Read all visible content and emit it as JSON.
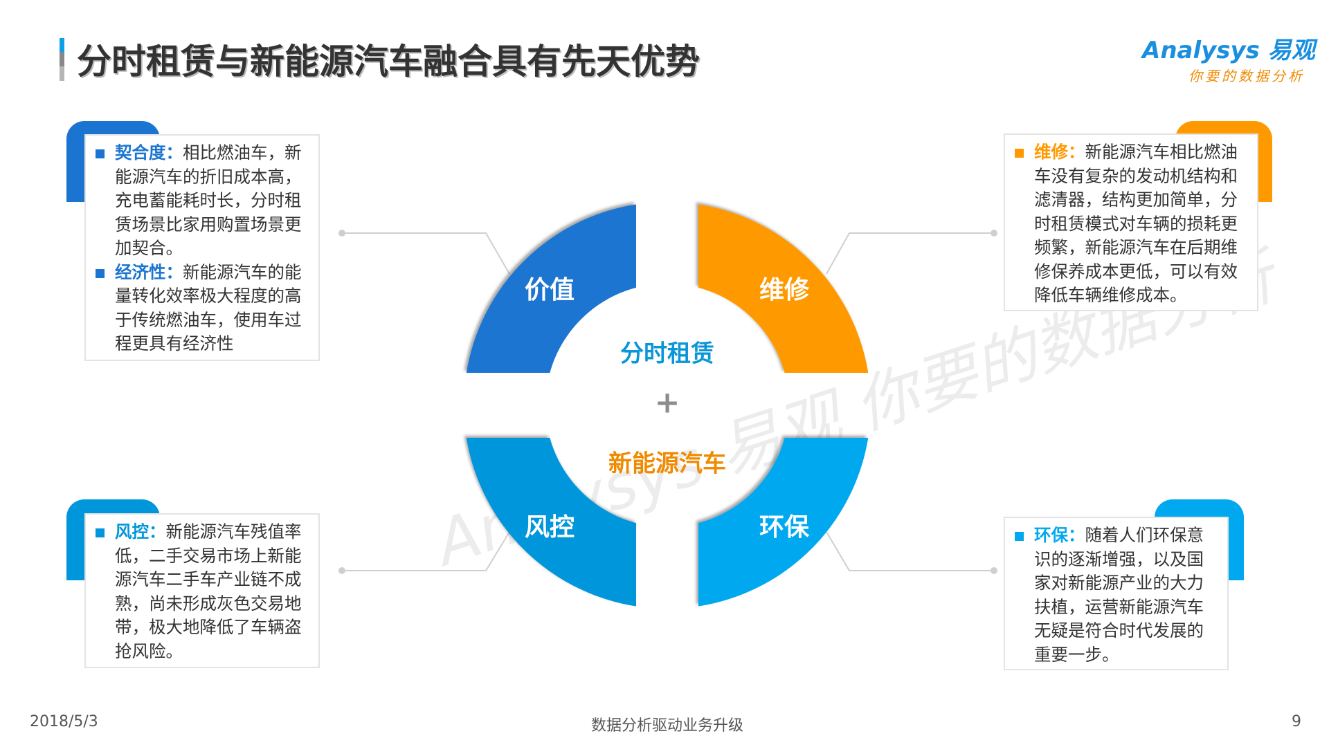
{
  "header": {
    "title": "分时租赁与新能源汽车融合具有先天优势"
  },
  "logo": {
    "main": "Analysys 易观",
    "sub": "你要的数据分析"
  },
  "watermark": {
    "text": "Analysys 易观 你要的数据分析"
  },
  "colors": {
    "value": "#1B75D0",
    "maintenance": "#FF9900",
    "risk": "#0096DB",
    "eco": "#00A9EF",
    "center_top": "#0A96D8",
    "center_bottom": "#F08A00"
  },
  "ring": {
    "center_top": "分时租赁",
    "plus": "+",
    "center_bottom": "新能源汽车",
    "quadrants": [
      {
        "label": "价值"
      },
      {
        "label": "维修"
      },
      {
        "label": "风控"
      },
      {
        "label": "环保"
      }
    ]
  },
  "panels": {
    "top_left": [
      {
        "keyword": "契合度：",
        "text": "相比燃油车，新能源汽车的折旧成本高，充电蓄能耗时长，分时租赁场景比家用购置场景更加契合。"
      },
      {
        "keyword": "经济性：",
        "text": "新能源汽车的能量转化效率极大程度的高于传统燃油车，使用车过程更具有经济性"
      }
    ],
    "top_right": [
      {
        "keyword": "维修：",
        "text": "新能源汽车相比燃油车没有复杂的发动机结构和滤清器，结构更加简单，分时租赁模式对车辆的损耗更频繁，新能源汽车在后期维修保养成本更低，可以有效降低车辆维修成本。"
      }
    ],
    "bottom_left": [
      {
        "keyword": "风控：",
        "text": "新能源汽车残值率低，二手交易市场上新能源汽车二手车产业链不成熟，尚未形成灰色交易地带，极大地降低了车辆盗抢风险。"
      }
    ],
    "bottom_right": [
      {
        "keyword": "环保：",
        "text": "随着人们环保意识的逐渐增强，以及国家对新能源产业的大力扶植，运营新能源汽车无疑是符合时代发展的重要一步。"
      }
    ]
  },
  "footer": {
    "date": "2018/5/3",
    "center": "数据分析驱动业务升级",
    "page": "9"
  }
}
